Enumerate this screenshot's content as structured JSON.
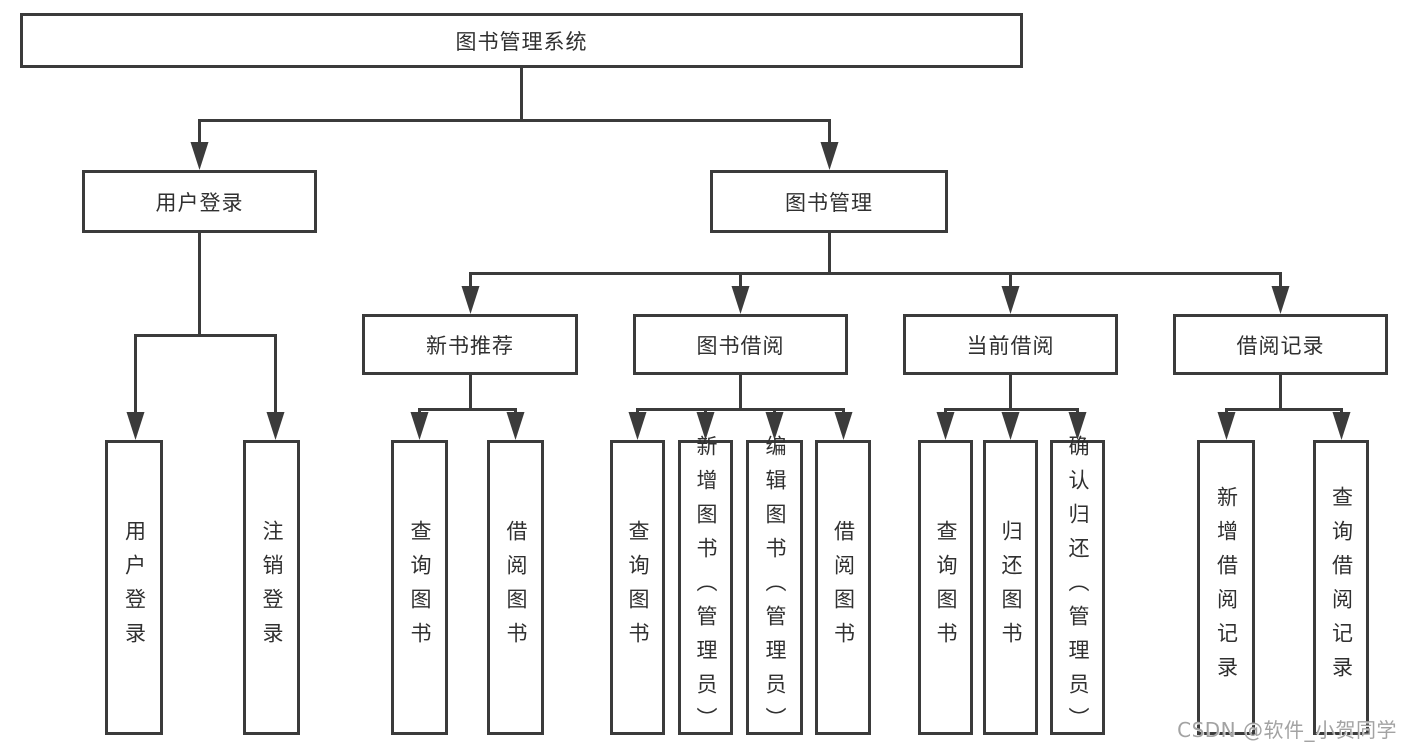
{
  "diagram": {
    "type": "hierarchy",
    "nodes": {
      "root": {
        "label": "图书管理系统"
      },
      "level2": [
        {
          "label": "用户登录",
          "parent": "图书管理系统"
        },
        {
          "label": "图书管理",
          "parent": "图书管理系统"
        }
      ],
      "level3": [
        {
          "label": "新书推荐",
          "parent": "图书管理"
        },
        {
          "label": "图书借阅",
          "parent": "图书管理"
        },
        {
          "label": "当前借阅",
          "parent": "图书管理"
        },
        {
          "label": "借阅记录",
          "parent": "图书管理"
        }
      ],
      "leaves": [
        {
          "label": "用户登录",
          "parent": "用户登录"
        },
        {
          "label": "注销登录",
          "parent": "用户登录"
        },
        {
          "label": "查询图书",
          "parent": "新书推荐"
        },
        {
          "label": "借阅图书",
          "parent": "新书推荐"
        },
        {
          "label": "查询图书",
          "parent": "图书借阅"
        },
        {
          "label": "新增图书（管理员）",
          "parent": "图书借阅"
        },
        {
          "label": "编辑图书（管理员）",
          "parent": "图书借阅"
        },
        {
          "label": "借阅图书",
          "parent": "图书借阅"
        },
        {
          "label": "查询图书",
          "parent": "当前借阅"
        },
        {
          "label": "归还图书",
          "parent": "当前借阅"
        },
        {
          "label": "确认归还（管理员）",
          "parent": "当前借阅"
        },
        {
          "label": "新增借阅记录",
          "parent": "借阅记录"
        },
        {
          "label": "查询借阅记录",
          "parent": "借阅记录"
        }
      ]
    },
    "colors": {
      "line": "#3b3b3b",
      "text": "#303030",
      "background": "#ffffff",
      "watermark": "#a3a3a3"
    }
  },
  "watermark": {
    "text": "CSDN @软件_小贺同学"
  }
}
